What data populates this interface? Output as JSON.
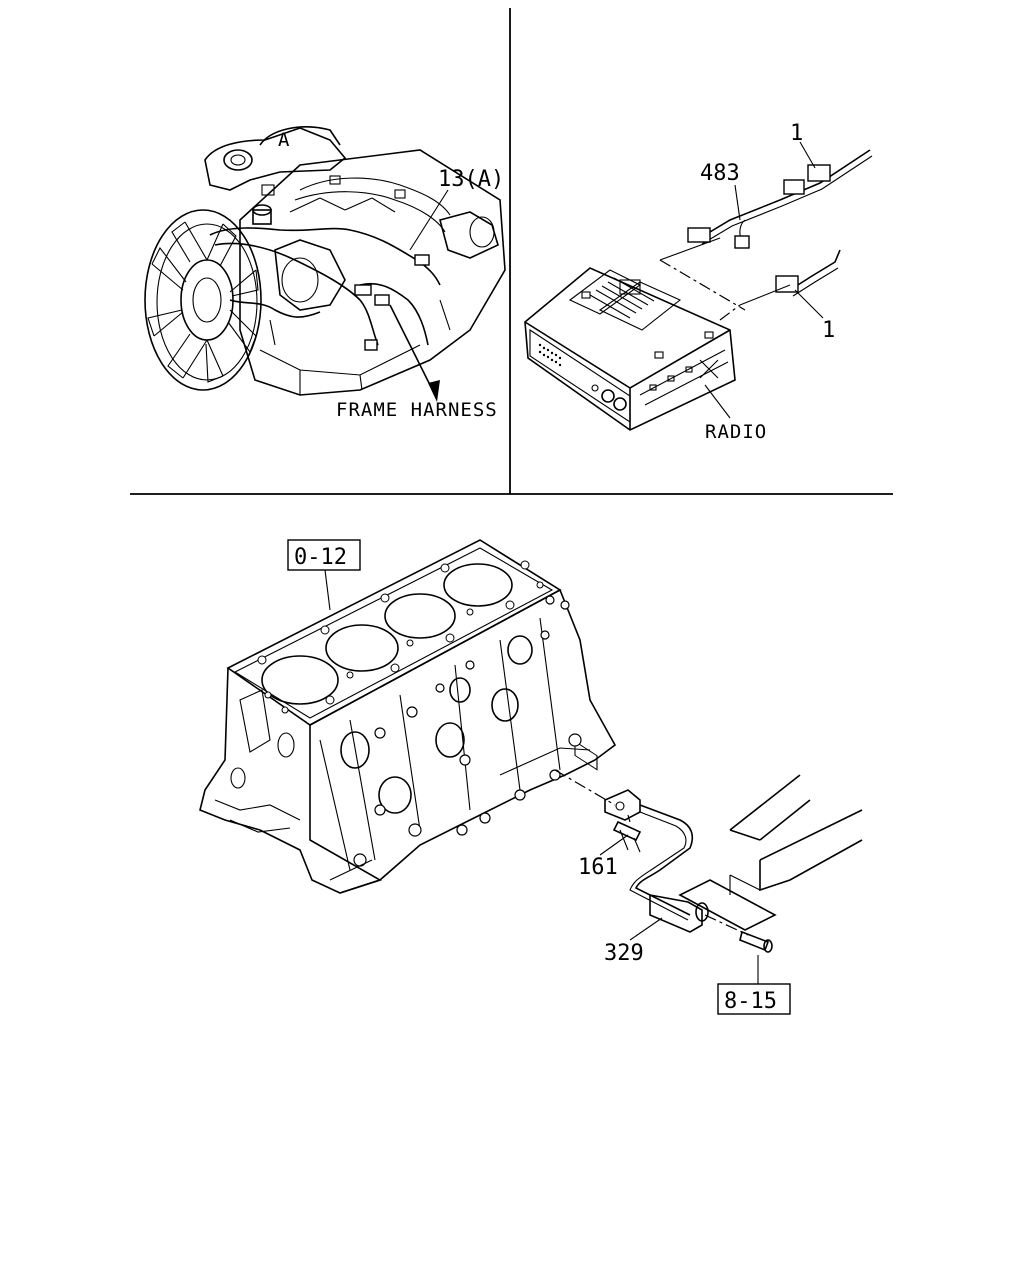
{
  "panels": {
    "engine_harness": {
      "callouts": [
        "13(A)",
        "FRAME HARNESS"
      ],
      "engine_top_mark": "A"
    },
    "radio": {
      "callouts": [
        "1",
        "483",
        "1",
        "RADIO"
      ]
    },
    "cylinder_block": {
      "boxed_refs": [
        "0-12",
        "8-15"
      ],
      "callouts": [
        "161",
        "329"
      ]
    }
  }
}
